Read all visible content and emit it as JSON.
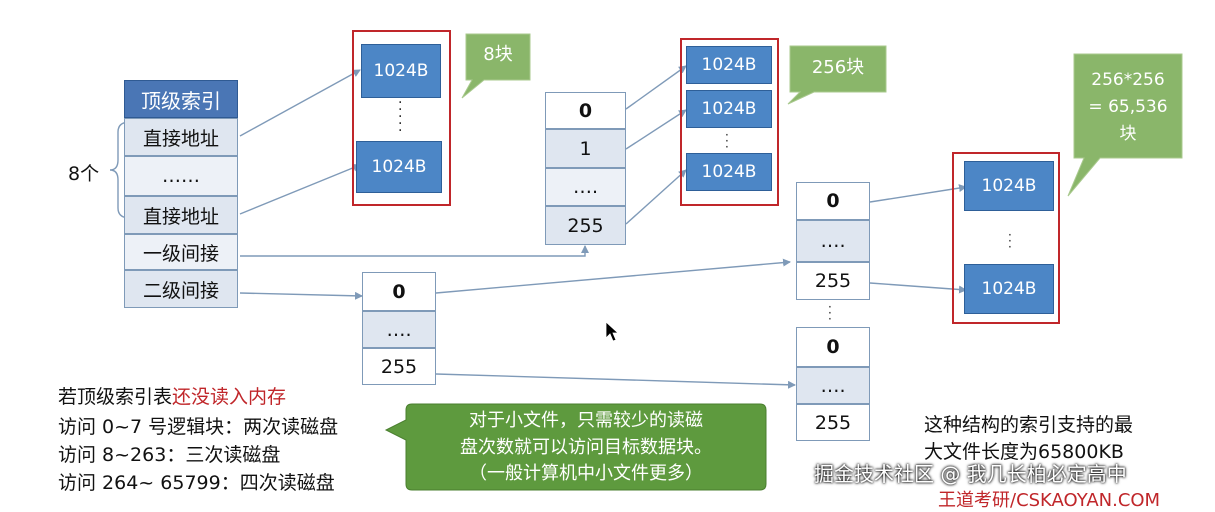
{
  "inode_table": {
    "header": "顶级索引",
    "direct_1": "直接地址",
    "ellipsis": "……",
    "direct_n": "直接地址",
    "single_indirect": "一级间接",
    "double_indirect": "二级间接",
    "count_label": "8个"
  },
  "direct_blocks": {
    "top": "1024B",
    "bottom": "1024B",
    "bubble": "8块"
  },
  "single_index_table": {
    "r0": "0",
    "r1": "1",
    "r2": "….",
    "r3": "255"
  },
  "single_blocks": {
    "b1": "1024B",
    "b2": "1024B",
    "b3": "1024B",
    "bubble": "256块"
  },
  "double_l1_table": {
    "r0": "0",
    "r1": "….",
    "r2": "255"
  },
  "double_l2_table_a": {
    "r0": "0",
    "r1": "….",
    "r2": "255"
  },
  "double_l2_table_b": {
    "r0": "0",
    "r1": "….",
    "r2": "255"
  },
  "double_blocks": {
    "top": "1024B",
    "bottom": "1024B",
    "bubble_l1": "256*256",
    "bubble_l2": "= 65,536",
    "bubble_l3": "块"
  },
  "notes": {
    "line1_prefix": "若顶级索引表",
    "line1_red": "还没读入内存",
    "line2": "访问 0~7 号逻辑块：两次读磁盘",
    "line3": "访问 8~263：三次读磁盘",
    "line4": "访问 264~ 65799：四次读磁盘"
  },
  "callout": {
    "line1": "对于小文件，只需较少的读磁",
    "line2": "盘次数就可以访问目标数据块。",
    "line3": "（一般计算机中小文件更多）"
  },
  "max_size": {
    "line1": "这种结构的索引支持的最",
    "line2": "大文件长度为65800KB"
  },
  "watermark": {
    "line1": "掘金技术社区 @ 我几长柏必定高中",
    "line2": "王道考研/CSKAOYAN.COM"
  },
  "colors": {
    "navy": "#4a76b5",
    "block_blue": "#4c86c6",
    "red_frame": "#c0262a",
    "bubble_green": "#8ab66a",
    "callout_green": "#5e9a3e",
    "arrow": "#7f9ab8"
  }
}
